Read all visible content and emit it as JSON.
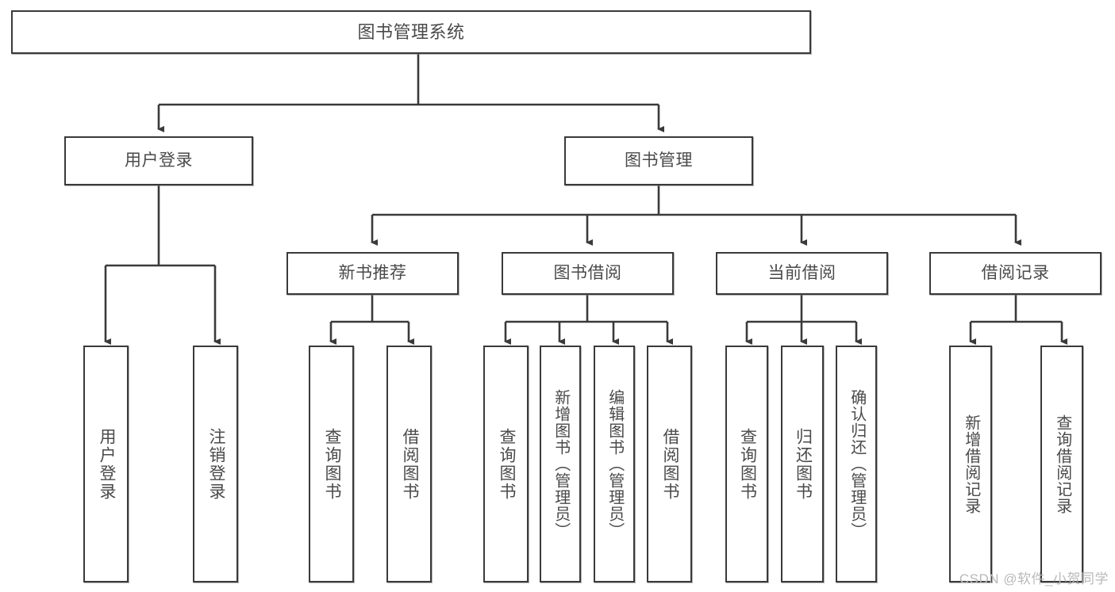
{
  "diagram": {
    "title": "图书管理系统",
    "type": "tree-hierarchy-chart",
    "watermark": "CSDN @软件_小贺同学",
    "colors": {
      "box_border": "#3a3a3a",
      "box_fill": "#ffffff",
      "text": "#4a4a4a",
      "connector": "#3a3a3a",
      "watermark": "#b9b9b9"
    },
    "root": {
      "label": "图书管理系统"
    },
    "level2": [
      {
        "label": "用户登录"
      },
      {
        "label": "图书管理"
      }
    ],
    "level3": [
      {
        "label": "新书推荐"
      },
      {
        "label": "图书借阅"
      },
      {
        "label": "当前借阅"
      },
      {
        "label": "借阅记录"
      }
    ],
    "leaves": {
      "user_login": [
        {
          "label": "用户登录"
        },
        {
          "label": "注销登录"
        }
      ],
      "new_book_recommend": [
        {
          "label": "查询图书"
        },
        {
          "label": "借阅图书"
        }
      ],
      "book_borrow": [
        {
          "label": "查询图书"
        },
        {
          "label": "新增图书（管理员）"
        },
        {
          "label": "编辑图书（管理员）"
        },
        {
          "label": "借阅图书"
        }
      ],
      "current_borrow": [
        {
          "label": "查询图书"
        },
        {
          "label": "归还图书"
        },
        {
          "label": "确认归还（管理员）"
        }
      ],
      "borrow_records": [
        {
          "label": "新增借阅记录"
        },
        {
          "label": "查询借阅记录"
        }
      ]
    }
  }
}
